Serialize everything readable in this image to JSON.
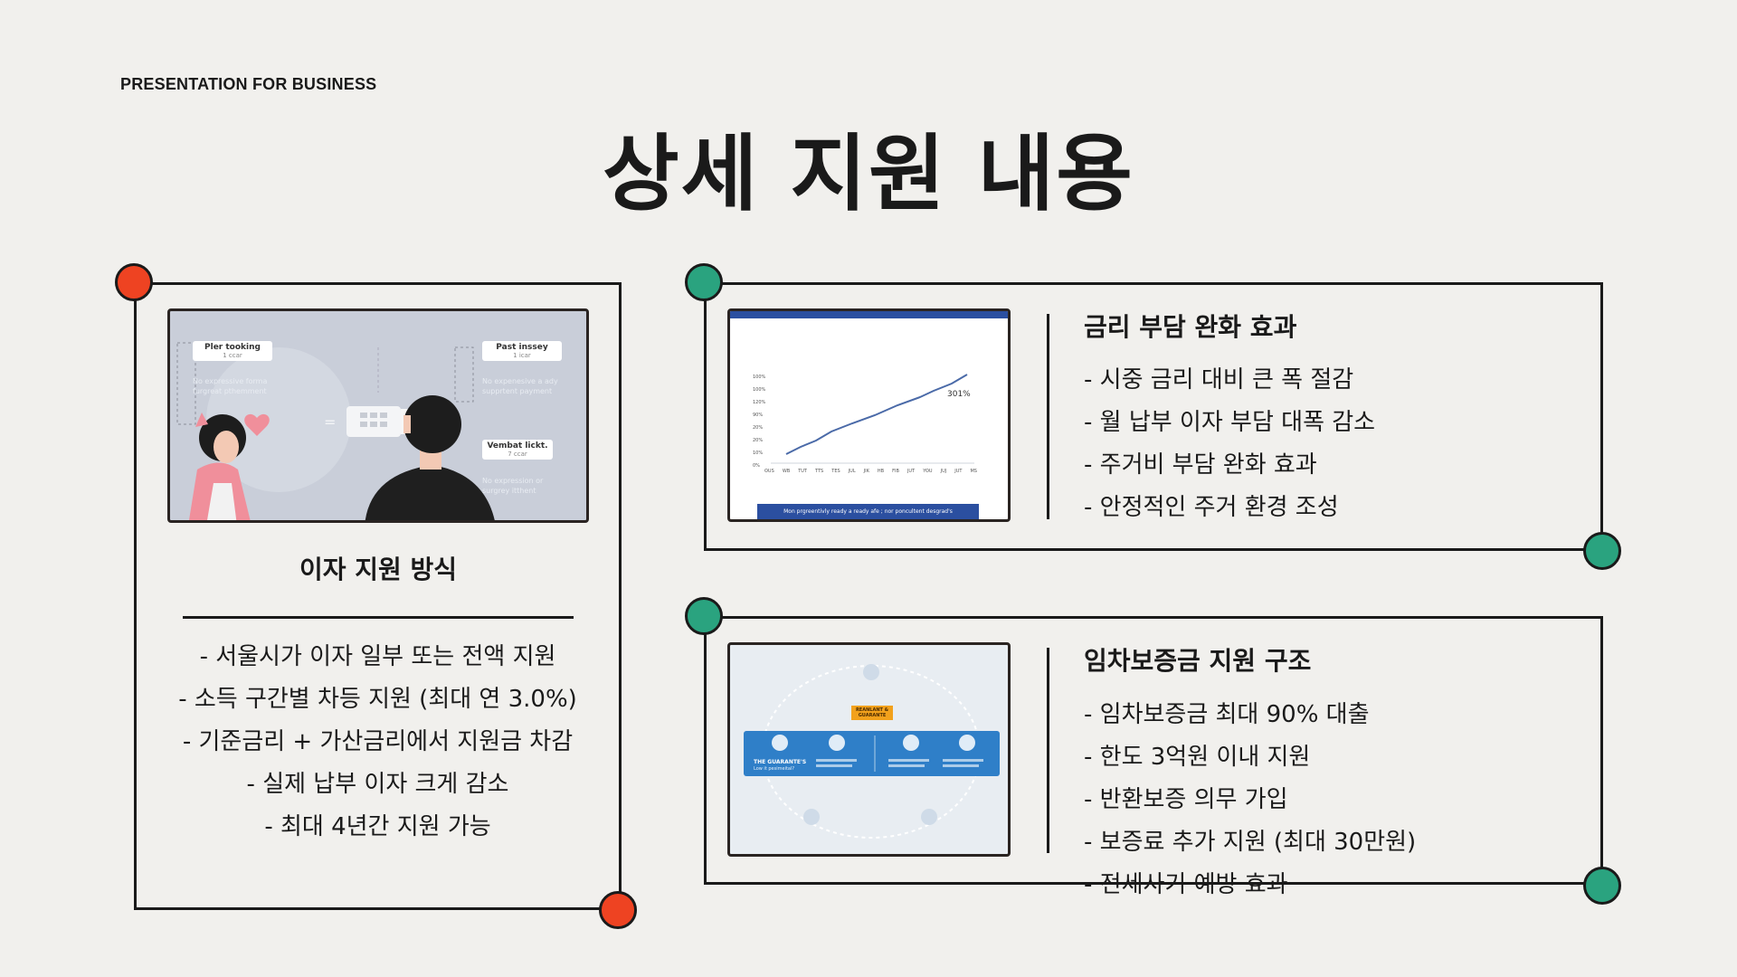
{
  "header": {
    "eyebrow": "PRESENTATION FOR BUSINESS",
    "title": "상세 지원 내용"
  },
  "colors": {
    "background": "#f1f0ed",
    "accent_red": "#ee4322",
    "accent_green": "#2aa37f",
    "line": "#1a1a1a"
  },
  "left_card": {
    "title": "이자 지원 방식",
    "items": [
      "- 서울시가 이자 일부 또는 전액 지원",
      "- 소득 구간별 차등 지원 (최대 연 3.0%)",
      "- 기준금리 + 가산금리에서 지원금 차감",
      "- 실제 납부 이자 크게 감소",
      "- 최대 4년간 지원 가능"
    ],
    "image": {
      "tags": [
        {
          "label": "Pler tooking",
          "sub": "1 ccar"
        },
        {
          "label": "Past inssey",
          "sub": "1 icar"
        },
        {
          "label": "Vembat lickt.",
          "sub": "7 ccar"
        }
      ],
      "captions": [
        "No expressive forma furgreat pthemment",
        "No expenesive a ady supprtent payment",
        "No expression or surgrey itthent"
      ]
    }
  },
  "top_right_card": {
    "title": "금리 부담 완화 효과",
    "items": [
      "- 시중 금리 대비 큰 폭 절감",
      "- 월 납부 이자 부담 대폭 감소",
      "- 주거비 부담 완화 효과",
      "- 안정적인 주거 환경 조성"
    ],
    "image": {
      "chart_label": "301%",
      "y_ticks": [
        "100%",
        "100%",
        "120%",
        "90%",
        "20%",
        "20%",
        "10%",
        "0%"
      ],
      "x_ticks": [
        "OUS",
        "WB",
        "TUT",
        "TTS",
        "TES",
        "JUL",
        "JIK",
        "HB",
        "FIB",
        "JUT",
        "YOU",
        "JUJ",
        "JUT",
        "MS"
      ],
      "footer": "Mon prgreentivly ready a ready afe ; nor poncultent desgrad's"
    }
  },
  "bottom_right_card": {
    "title": "임차보증금 지원 구조",
    "items": [
      "- 임차보증금 최대 90% 대출",
      "- 한도 3억원 이내 지원",
      "- 반환보증 의무 가입",
      "- 보증료 추가 지원 (최대 30만원)",
      "- 전세사기 예방 효과"
    ],
    "image": {
      "badge": "REANLANT & GUARANTE",
      "band_label": "THE GUARANTE'S",
      "band_sub": "Low it pesimeital?"
    }
  }
}
